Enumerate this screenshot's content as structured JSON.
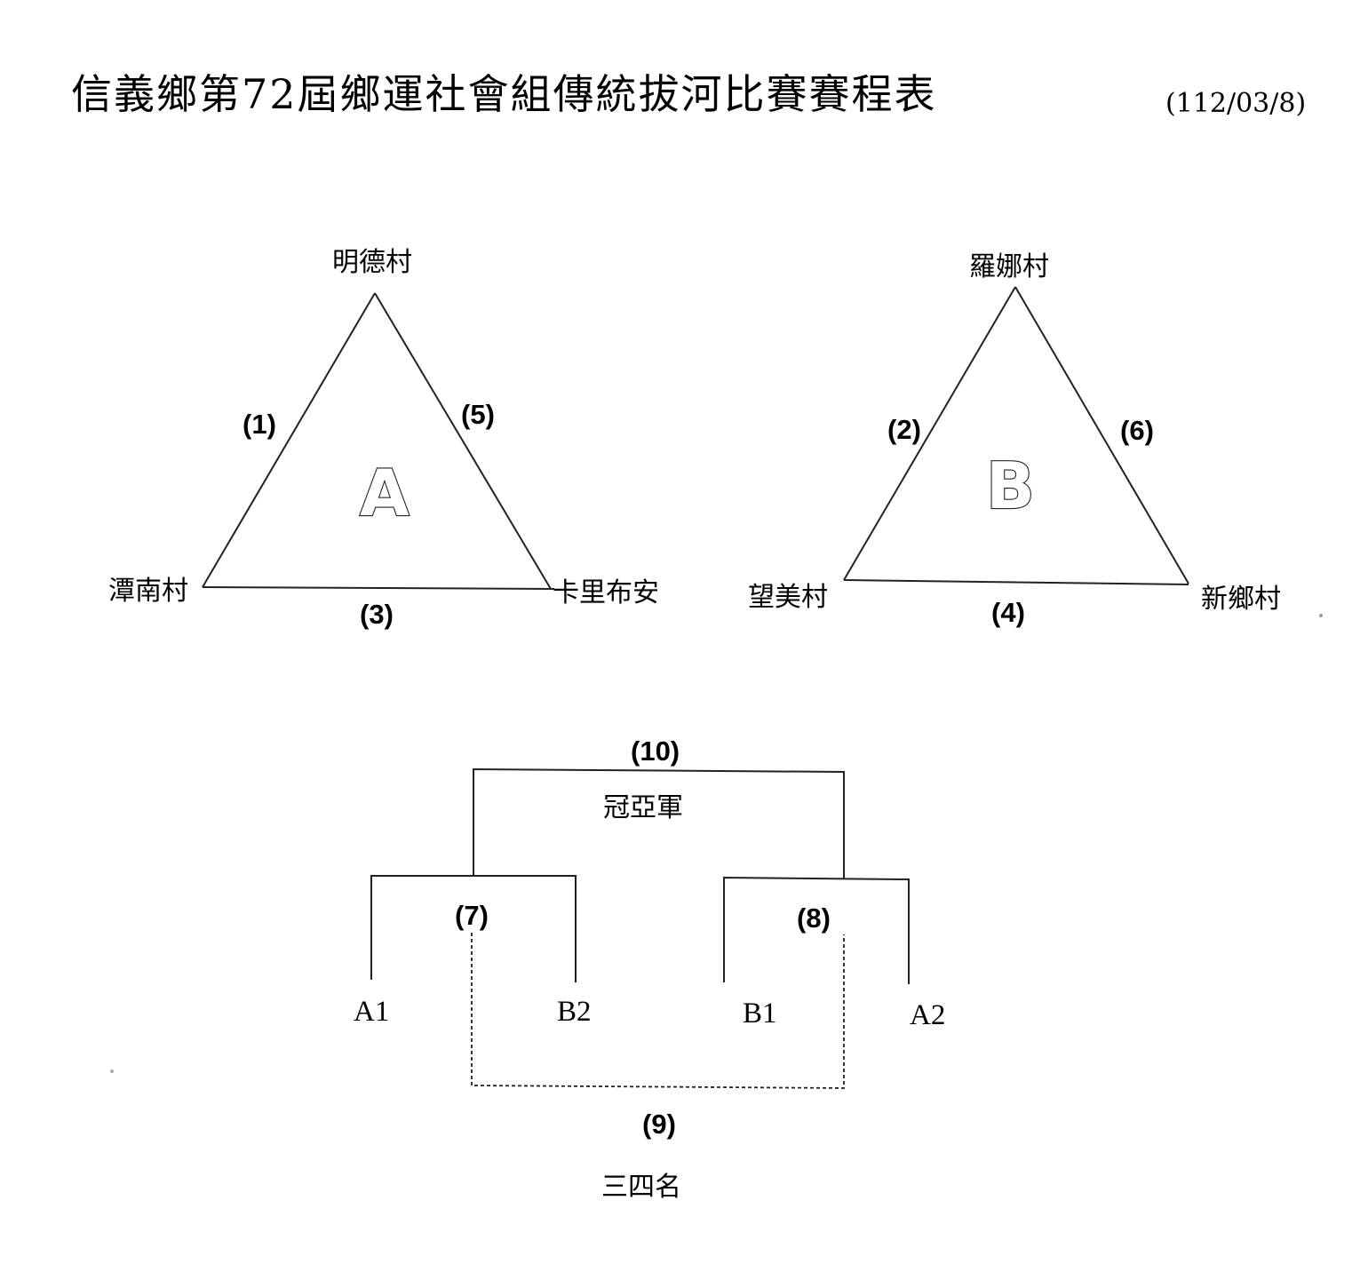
{
  "header": {
    "title": "信義鄉第72屆鄉運社會組傳統拔河比賽賽程表",
    "date": "(112/03/8)"
  },
  "group_a": {
    "letter": "A",
    "top": "明德村",
    "left": "潭南村",
    "right": "卡里布安",
    "match_left": "(1)",
    "match_right": "(5)",
    "match_bottom": "(3)"
  },
  "group_b": {
    "letter": "B",
    "top": "羅娜村",
    "left": "望美村",
    "right": "新鄉村",
    "match_left": "(2)",
    "match_right": "(6)",
    "match_bottom": "(4)"
  },
  "bracket": {
    "final_match": "(10)",
    "final_label": "冠亞軍",
    "semi_left": "(7)",
    "semi_right": "(8)",
    "third_match": "(9)",
    "third_label": "三四名",
    "seeds": [
      "A1",
      "B2",
      "B1",
      "A2"
    ]
  }
}
